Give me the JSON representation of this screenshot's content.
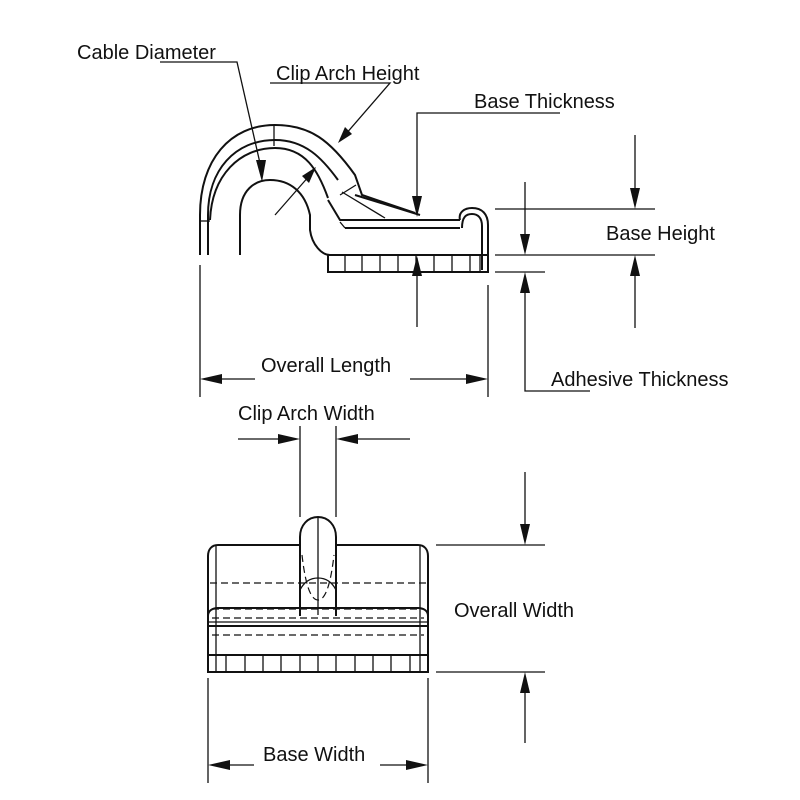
{
  "diagram": {
    "title": "Adhesive Cable Clip Dimensions",
    "side_view": {
      "labels": {
        "cable_diameter": "Cable Diameter",
        "clip_arch_height": "Clip Arch Height",
        "base_thickness": "Base Thickness",
        "base_height": "Base Height",
        "adhesive_thickness": "Adhesive Thickness",
        "overall_length": "Overall Length"
      }
    },
    "top_view": {
      "labels": {
        "clip_arch_width": "Clip Arch Width",
        "overall_width": "Overall Width",
        "base_width": "Base Width"
      }
    }
  }
}
